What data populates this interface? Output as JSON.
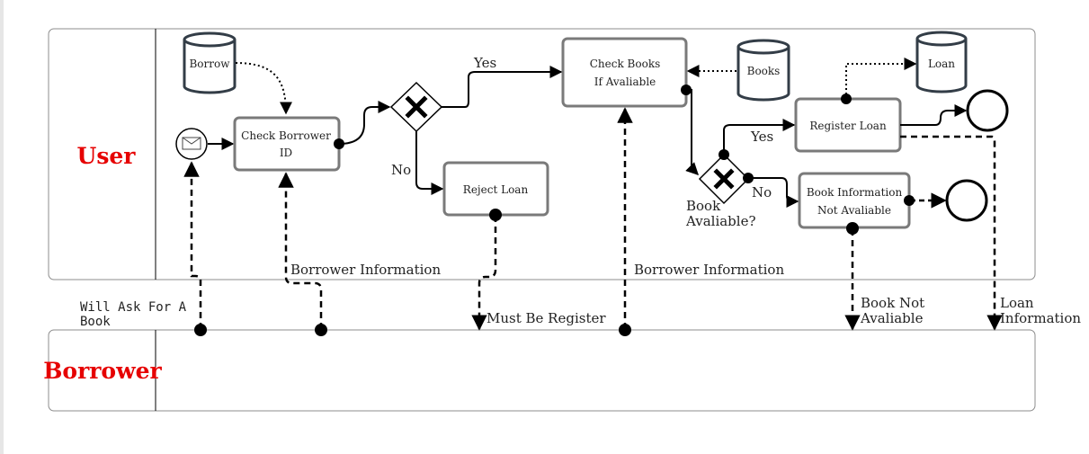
{
  "lanes": {
    "user": "User",
    "borrower": "Borrower"
  },
  "data_stores": {
    "borrow": "Borrow",
    "books": "Books",
    "loan": "Loan"
  },
  "tasks": {
    "check_borrower_id": [
      "Check Borrower",
      "ID"
    ],
    "reject_loan": "Reject Loan",
    "check_books": [
      "Check Books",
      "If Avaliable"
    ],
    "register_loan": "Register Loan",
    "book_info": [
      "Book Information",
      "Not Avaliable"
    ]
  },
  "gateways": {
    "borrower_check_yes": "Yes",
    "borrower_check_no": "No",
    "book_available": [
      "Book",
      "Avaliable?"
    ],
    "book_yes": "Yes",
    "book_no": "No"
  },
  "messages": {
    "will_ask": [
      "Will Ask For A",
      "Book"
    ],
    "borrower_info_1": "Borrower Information",
    "must_register": "Must Be Register",
    "borrower_info_2": "Borrower Information",
    "book_not_available": [
      "Book Not",
      "Avaliable"
    ],
    "loan_information": [
      "Loan",
      "Information"
    ]
  },
  "colors": {
    "lane_title": "#e60000",
    "task_border": "#7a7a7a",
    "stroke": "#000000",
    "store": "#333d47"
  }
}
